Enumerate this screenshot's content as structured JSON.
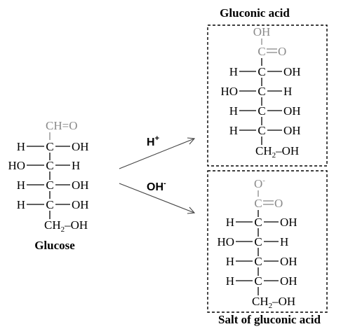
{
  "glucose": {
    "label": "Glucose",
    "top_group": "CH=O",
    "rows": [
      {
        "left": "H",
        "right": "OH"
      },
      {
        "left": "HO",
        "right": "H"
      },
      {
        "left": "H",
        "right": "OH"
      },
      {
        "left": "H",
        "right": "OH"
      }
    ],
    "bottom_group": {
      "ch": "CH",
      "sub": "2",
      "rest": "–OH"
    }
  },
  "reactions": {
    "acid": {
      "symbol": "H",
      "charge": "+"
    },
    "base": {
      "symbol": "OH",
      "charge": "-"
    }
  },
  "gluconic_acid": {
    "label": "Gluconic acid",
    "top_group": "OH",
    "carboxyl_carbon": "C",
    "carboxyl_oxygen": "O",
    "rows": [
      {
        "left": "H",
        "right": "OH"
      },
      {
        "left": "HO",
        "right": "H"
      },
      {
        "left": "H",
        "right": "OH"
      },
      {
        "left": "H",
        "right": "OH"
      }
    ],
    "bottom_group": {
      "ch": "CH",
      "sub": "2",
      "rest": "–OH"
    }
  },
  "gluconate": {
    "label": "Salt of gluconic acid",
    "top_group": "O",
    "top_charge": "-",
    "carboxyl_carbon": "C",
    "carboxyl_oxygen": "O",
    "rows": [
      {
        "left": "H",
        "right": "OH"
      },
      {
        "left": "HO",
        "right": "H"
      },
      {
        "left": "H",
        "right": "OH"
      },
      {
        "left": "H",
        "right": "OH"
      }
    ],
    "bottom_group": {
      "ch": "CH",
      "sub": "2",
      "rest": "–OH"
    }
  }
}
